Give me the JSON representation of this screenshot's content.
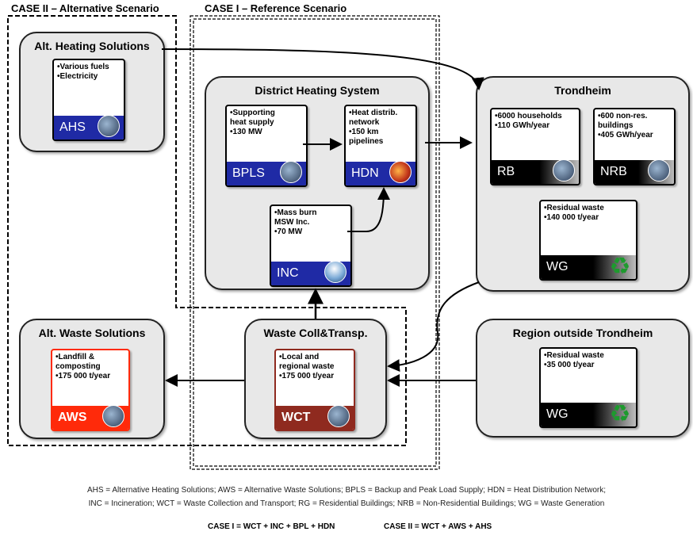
{
  "cases": {
    "case2_title": "CASE II – Alternative Scenario",
    "case1_title": "CASE I – Reference Scenario"
  },
  "groups": {
    "alt_heating": {
      "title": "Alt. Heating Solutions",
      "card": {
        "lines": [
          "•Various fuels",
          "•Electricity"
        ],
        "code": "AHS",
        "icon": "boiler-icon"
      }
    },
    "district_heating": {
      "title": "District Heating System",
      "bpls": {
        "lines": [
          "•Supporting",
          " heat supply",
          "•130 MW"
        ],
        "code": "BPLS",
        "icon": "boiler-icon"
      },
      "hdn": {
        "lines": [
          "•Heat distrib.",
          " network",
          "•150 km",
          " pipelines"
        ],
        "code": "HDN",
        "icon": "pipes-icon"
      },
      "inc": {
        "lines": [
          "•Mass burn",
          " MSW Inc.",
          "•70 MW"
        ],
        "code": "INC",
        "icon": "chimney-icon"
      }
    },
    "trondheim": {
      "title": "Trondheim",
      "rb": {
        "lines": [
          "•6000 households",
          "•110 GWh/year"
        ],
        "code": "RB",
        "icon": "building-icon"
      },
      "nrb": {
        "lines": [
          "•600 non-res.",
          " buildings",
          "•405 GWh/year"
        ],
        "code": "NRB",
        "icon": "building-icon"
      },
      "wg": {
        "lines": [
          "•Residual waste",
          "•140 000 t/year"
        ],
        "code": "WG",
        "icon": "recycle-icon"
      }
    },
    "alt_waste": {
      "title": "Alt. Waste Solutions",
      "card": {
        "lines": [
          "•Landfill &",
          " composting",
          "•175 000 t/year"
        ],
        "code": "AWS",
        "icon": "landfill-icon"
      }
    },
    "waste_coll": {
      "title": "Waste Coll&Transp.",
      "card": {
        "lines": [
          "•Local and",
          " regional waste",
          "•175 000 t/year"
        ],
        "code": "WCT",
        "icon": "truck-icon"
      }
    },
    "region": {
      "title": "Region outside Trondheim",
      "card": {
        "lines": [
          "•Residual waste",
          "•35 000 t/year"
        ],
        "code": "WG",
        "icon": "recycle-icon"
      }
    }
  },
  "legend": {
    "line1": "AHS = Alternative Heating Solutions; AWS = Alternative Waste Solutions; BPLS = Backup and Peak Load Supply; HDN = Heat Distribution Network;",
    "line2": "INC = Incineration; WCT = Waste Collection and Transport; RG = Residential Buildings; NRB = Non-Residential Buildings; WG = Waste Generation"
  },
  "equations": {
    "case1": "CASE I = WCT + INC + BPL + HDN",
    "case2": "CASE II = WCT + AWS + AHS"
  },
  "colors": {
    "blue_bar": "#1f2aa5",
    "red_bar": "#ff2a0a",
    "maroon_bar": "#8f2a1f",
    "group_fill": "#e8e8e8",
    "recycle_green": "#1e9a2e"
  }
}
